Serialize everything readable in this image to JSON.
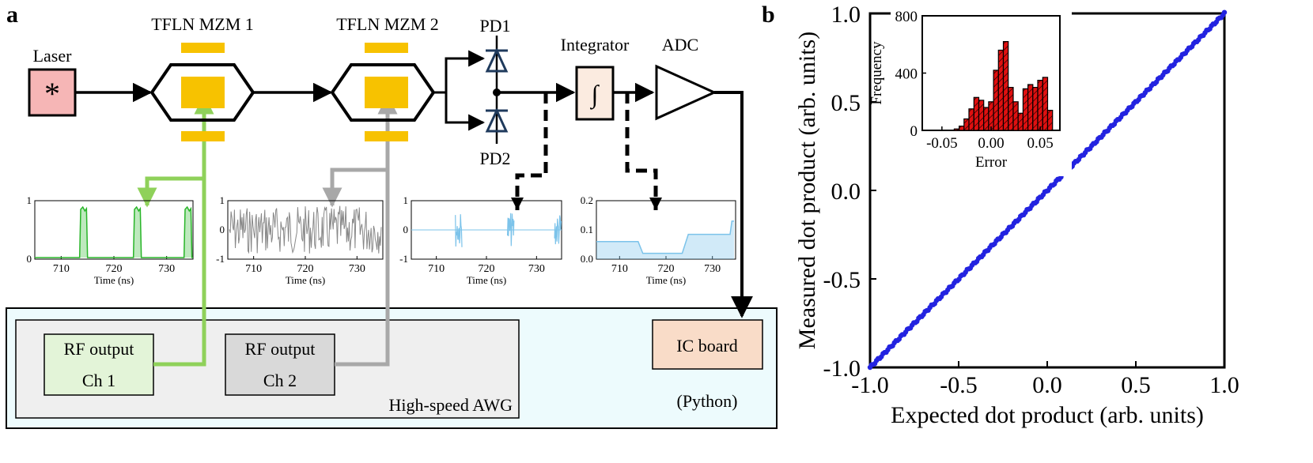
{
  "panel_a": {
    "label": "a",
    "components": {
      "laser": "Laser",
      "laser_symbol": "*",
      "mzm1": "TFLN MZM 1",
      "mzm2": "TFLN MZM 2",
      "pd1": "PD1",
      "pd2": "PD2",
      "integrator": "Integrator",
      "integrator_symbol": "∫",
      "adc": "ADC",
      "ic_board": "IC board",
      "python": "(Python)",
      "awg": "High-speed AWG",
      "rf1_line1": "RF output",
      "rf1_line2": "Ch 1",
      "rf2_line1": "RF output",
      "rf2_line2": "Ch 2"
    },
    "colors": {
      "laser_fill": "#f6b6b6",
      "electrode": "#f7c200",
      "green_wire": "#8fd15a",
      "gray_wire": "#a8a8a8",
      "pd": "#1f3a5c",
      "integrator_fill": "#fbebe0",
      "ic_fill": "#f9dcc8",
      "outer_box": "#edfbfd",
      "awg_box": "#efefef",
      "rf1_fill": "#e3f4d8",
      "rf2_fill": "#d9d9d9"
    },
    "mini_plots": [
      {
        "xlabel": "Time (ns)",
        "xticks": [
          "710",
          "720",
          "730"
        ],
        "yticks": [
          "1",
          "0"
        ],
        "color": "#28b528",
        "kind": "pulses"
      },
      {
        "xlabel": "Time (ns)",
        "xticks": [
          "710",
          "720",
          "730"
        ],
        "yticks": [
          "1",
          "0",
          "-1"
        ],
        "color": "#888888",
        "kind": "noise"
      },
      {
        "xlabel": "Time (ns)",
        "xticks": [
          "710",
          "720",
          "730"
        ],
        "yticks": [
          "1",
          "0",
          "-1"
        ],
        "color": "#7cc3ea",
        "kind": "bursts"
      },
      {
        "xlabel": "Time (ns)",
        "xticks": [
          "710",
          "720",
          "730"
        ],
        "yticks": [
          "0.2",
          "0.1",
          "0.0"
        ],
        "color": "#7cc3ea",
        "kind": "integrated"
      }
    ]
  },
  "panel_b": {
    "label": "b",
    "chart_data": [
      {
        "type": "scatter",
        "title": "",
        "xlabel": "Expected dot product (arb. units)",
        "ylabel": "Measured dot product (arb. units)",
        "xlim": [
          -1.0,
          1.0
        ],
        "ylim": [
          -1.0,
          1.0
        ],
        "xticks": [
          "-1.0",
          "-0.5",
          "0.0",
          "0.5",
          "1.0"
        ],
        "yticks": [
          "1.0",
          "0.5",
          "0.0",
          "-0.5",
          "-1.0"
        ],
        "series": [
          {
            "color": "#2323e0",
            "x": [
              -1.0,
              1.0
            ],
            "y": [
              -1.0,
              1.0
            ]
          }
        ]
      },
      {
        "type": "bar",
        "title": "",
        "xlabel": "Error",
        "ylabel": "Frequency",
        "xlim": [
          -0.07,
          0.07
        ],
        "ylim": [
          0,
          800
        ],
        "xticks": [
          "-0.05",
          "0.00",
          "0.05"
        ],
        "yticks": [
          "800",
          "400",
          "0"
        ],
        "color": "#e01010",
        "bins": [
          -0.035,
          -0.03,
          -0.025,
          -0.02,
          -0.015,
          -0.01,
          -0.005,
          0.0,
          0.005,
          0.01,
          0.015,
          0.02,
          0.025,
          0.03,
          0.035,
          0.04,
          0.045,
          0.05,
          0.055,
          0.06
        ],
        "values": [
          10,
          30,
          80,
          150,
          230,
          210,
          160,
          200,
          420,
          560,
          620,
          300,
          200,
          120,
          290,
          320,
          300,
          350,
          370,
          140
        ]
      }
    ]
  }
}
